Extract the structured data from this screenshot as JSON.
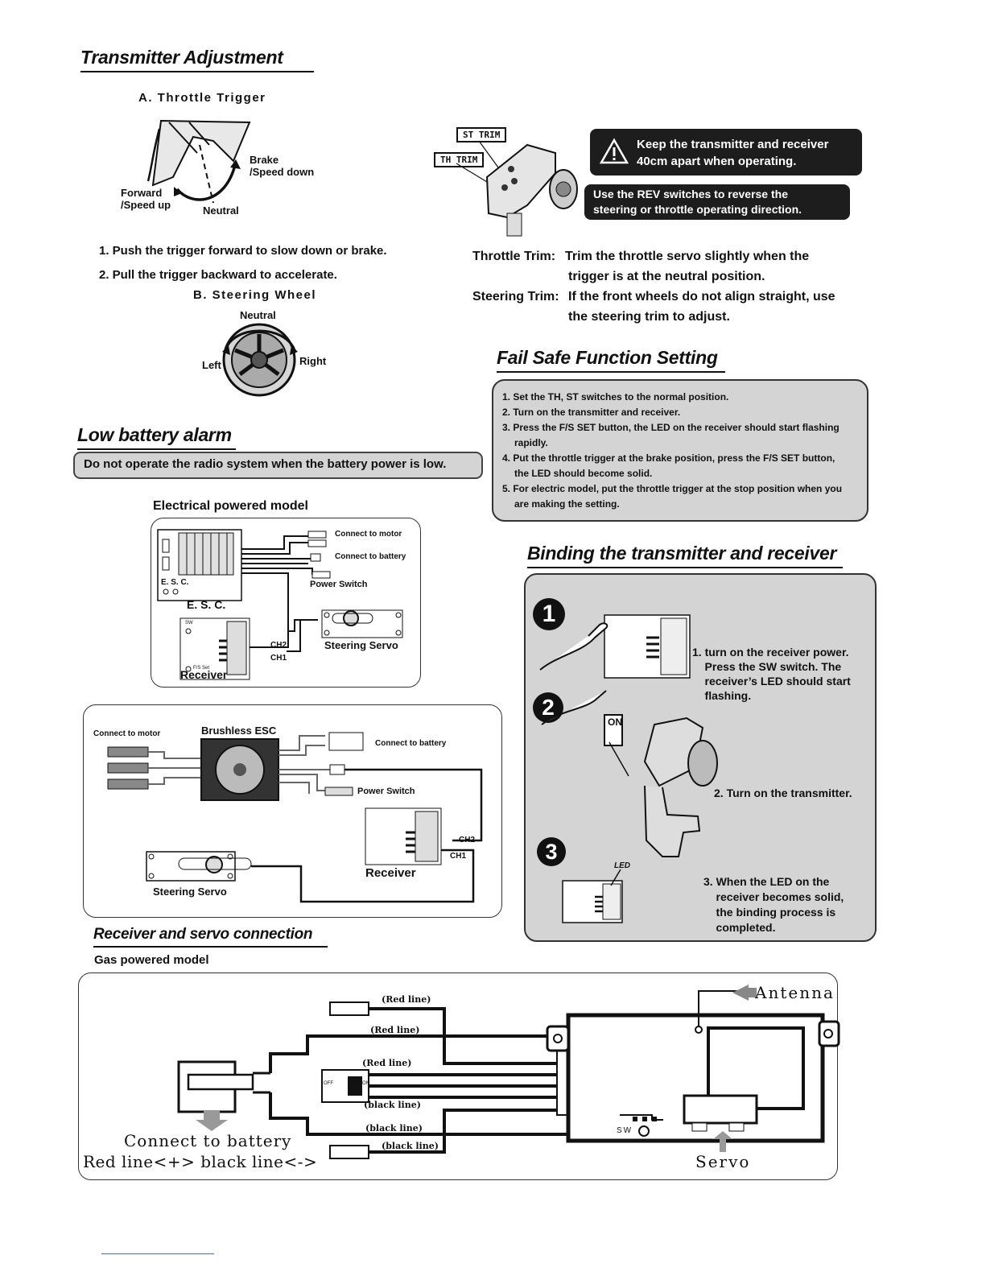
{
  "transmitter": {
    "title": "Transmitter Adjustment",
    "throttle_trigger": "A. Throttle Trigger",
    "brake_label": "Brake\n/Speed down",
    "forward_label": "Forward\n/Speed up",
    "neutral_label": "Neutral",
    "steps": [
      "1. Push the trigger forward to slow down or brake.",
      "2. Pull the trigger backward to accelerate."
    ],
    "steering_wheel": "B. Steering Wheel",
    "wheel_neutral": "Neutral",
    "wheel_left": "Left",
    "wheel_right": "Right",
    "st_trim": "ST TRIM",
    "th_trim": "TH TRIM",
    "warning": "Keep the transmitter and receiver\n40cm apart when operating.",
    "rev_note": "Use the REV switches to reverse the\nsteering or throttle operating direction.",
    "throttle_trim_head": "Throttle Trim:",
    "throttle_trim_text": "Trim the throttle servo slightly when the",
    "throttle_trim_text2": "trigger is at the neutral position.",
    "steering_trim_head": "Steering Trim:",
    "steering_trim_text": "If the front wheels do not align straight, use",
    "steering_trim_text2": "the steering trim to adjust."
  },
  "low_battery": {
    "title": "Low battery alarm",
    "note": "Do not operate the radio system when the battery power is low."
  },
  "electric": {
    "title": "Electrical powered model",
    "motor": "Connect to motor",
    "battery": "Connect to battery",
    "power_switch": "Power Switch",
    "esc_small": "E. S. C.",
    "esc": "E. S. C.",
    "steering_servo": "Steering Servo",
    "receiver": "Receiver",
    "ch2": "CH2",
    "ch1": "CH1",
    "sw": "SW",
    "fs_set": "F/S Set"
  },
  "brushless": {
    "esc": "Brushless ESC",
    "motor": "Connect to motor",
    "battery": "Connect to battery",
    "power_switch": "Power Switch",
    "receiver": "Receiver",
    "steering_servo": "Steering Servo",
    "ch2": "CH2",
    "ch1": "CH1"
  },
  "failsafe": {
    "title": "Fail Safe Function Setting",
    "steps": [
      "1. Set the TH, ST switches to the normal position.",
      "2. Turn on the transmitter and receiver.",
      "3. Press the F/S SET button, the LED on the receiver should start flashing",
      "rapidly.",
      "4. Put the throttle trigger at the brake position, press the F/S SET button,",
      "the LED should become solid.",
      "5. For electric model, put the throttle trigger at the stop position when you",
      "are making the setting."
    ]
  },
  "binding": {
    "title": "Binding the transmitter and receiver",
    "step1": "1. turn on the receiver power.\n    Press the SW switch. The\n    receiver’s LED should start\n    flashing.",
    "step2": "2. Turn on the transmitter.",
    "step3": "3. When the LED on the\n    receiver becomes solid,\n    the binding process is\n    completed.",
    "num1": "1",
    "num2": "2",
    "num3": "3",
    "on": "ON",
    "led": "LED"
  },
  "receiver_servo": {
    "title": "Receiver and servo connection",
    "gas": "Gas powered model",
    "red1": "(Red line)",
    "red2": "(Red line)",
    "red3": "(Red line)",
    "black1": "(black line)",
    "black2": "(black line)",
    "black3": "(black line)",
    "off": "OFF",
    "on": "ON",
    "antenna": "Antenna",
    "connect_battery": "Connect to battery",
    "polarity": "Red line<+> black line<->",
    "sw": "SW",
    "servo": "Servo"
  }
}
